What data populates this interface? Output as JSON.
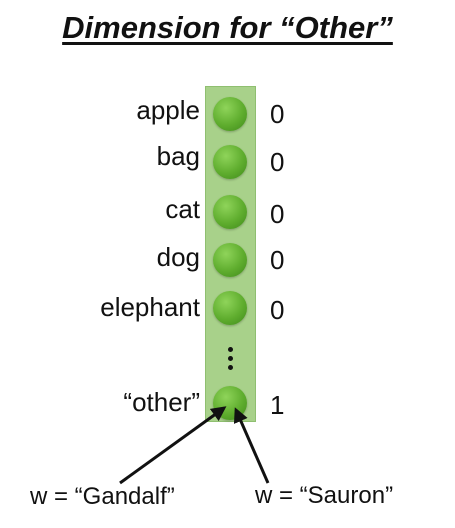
{
  "title": "Dimension for “Other”",
  "rows": [
    {
      "word": "apple",
      "value": "0"
    },
    {
      "word": "bag",
      "value": "0"
    },
    {
      "word": "cat",
      "value": "0"
    },
    {
      "word": "dog",
      "value": "0"
    },
    {
      "word": "elephant",
      "value": "0"
    },
    {
      "word": "“other”",
      "value": "1"
    }
  ],
  "examples": [
    {
      "label": "w = “Gandalf”"
    },
    {
      "label": "w = “Sauron”"
    }
  ],
  "colors": {
    "column": "#a8d18a",
    "neuron": "#5fad2e",
    "arrow": "#111111"
  }
}
